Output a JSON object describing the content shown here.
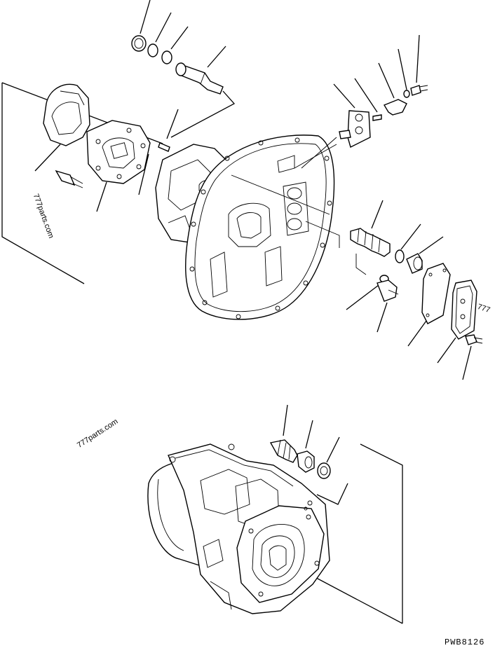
{
  "drawing": {
    "code": "PWB8126",
    "watermarks": [
      "777parts.com",
      "777parts.com",
      "777"
    ]
  }
}
